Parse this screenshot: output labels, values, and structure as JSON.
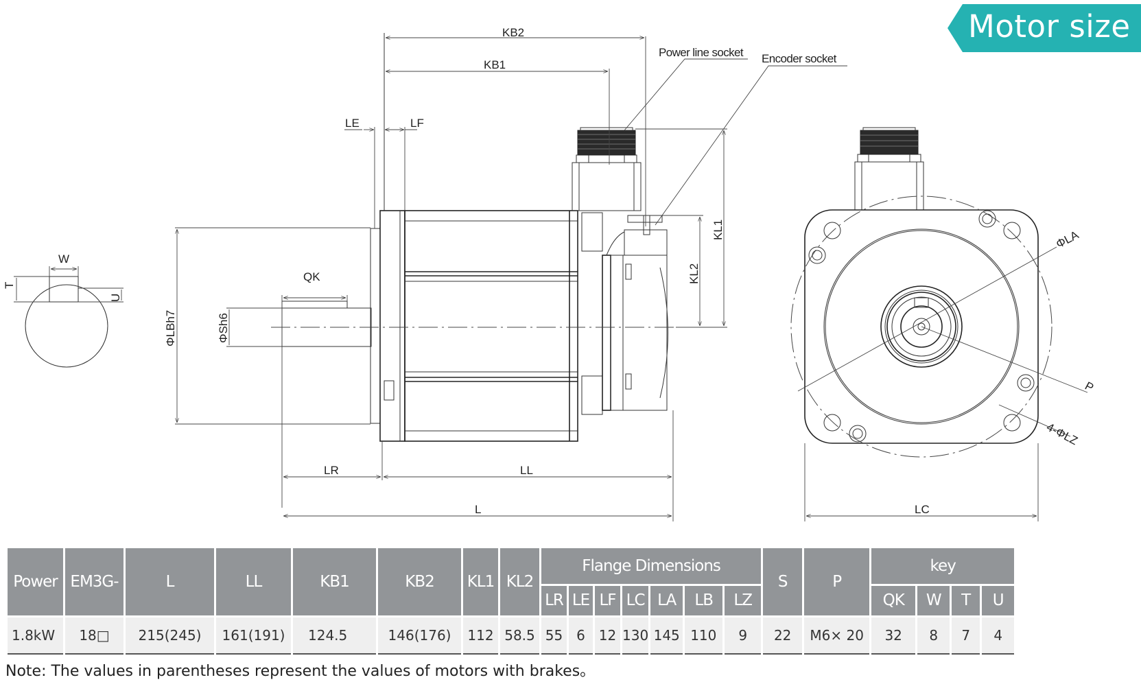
{
  "badge": {
    "title": "Motor size",
    "color": "#25b2b2"
  },
  "diagram": {
    "labels": {
      "kb2": "KB2",
      "kb1": "KB1",
      "le": "LE",
      "lf": "LF",
      "power_line_socket": "Power line socket",
      "encoder_socket": "Encoder socket",
      "kl1": "KL1",
      "kl2": "KL2",
      "qk": "QK",
      "phi_s": "ΦSh6",
      "phi_lb": "ΦLBh7",
      "lr": "LR",
      "ll": "LL",
      "l": "L",
      "w": "W",
      "t": "T",
      "u": "U",
      "phi_la": "ΦLA",
      "p": "P",
      "lz": "4-ΦLZ",
      "lc": "LC"
    }
  },
  "table": {
    "headers": {
      "power": "Power",
      "model": "EM3G-",
      "l": "L",
      "ll": "LL",
      "kb1": "KB1",
      "kb2": "KB2",
      "kl1": "KL1",
      "kl2": "KL2",
      "flange_group": "Flange Dimensions",
      "flange": [
        "LR",
        "LE",
        "LF",
        "LC",
        "LA",
        "LB",
        "LZ"
      ],
      "s": "S",
      "p": "P",
      "key_group": "key",
      "key": [
        "QK",
        "W",
        "T",
        "U"
      ]
    },
    "rows": [
      {
        "power": "1.8kW",
        "model": "18□",
        "l": "215(245)",
        "ll": "161(191)",
        "kb1": "124.5",
        "kb2": "146(176)",
        "kl1": "112",
        "kl2": "58.5",
        "flange": [
          "55",
          "6",
          "12",
          "130",
          "145",
          "110",
          "9"
        ],
        "s": "22",
        "p": "M6× 20",
        "key": [
          "32",
          "8",
          "7",
          "4"
        ]
      }
    ]
  },
  "note": "Note: The values in parentheses represent the values of motors with brakes。"
}
